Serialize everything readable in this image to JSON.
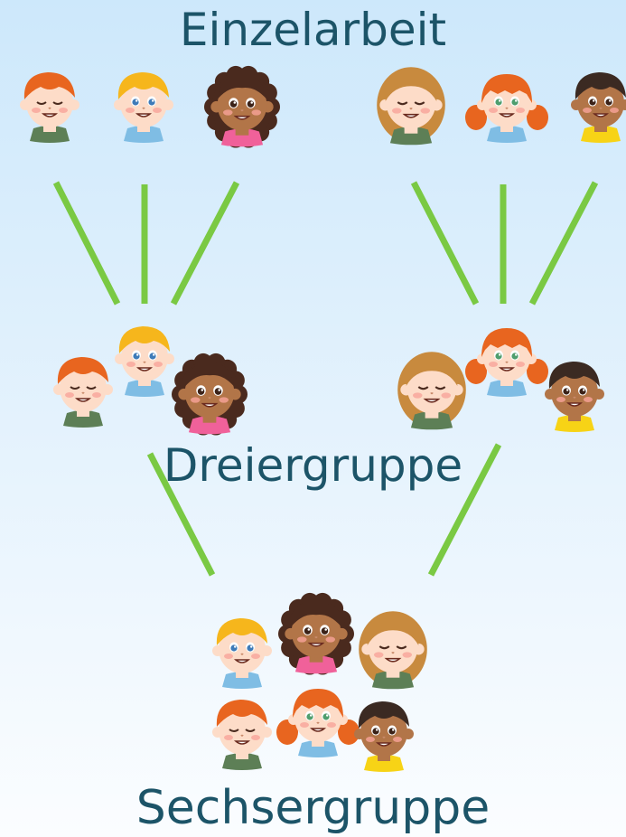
{
  "labels": {
    "top": "Einzelarbeit",
    "middle": "Dreiergruppe",
    "bottom": "Sechsergruppe"
  },
  "colors": {
    "line": "#7ac943",
    "title": "#1c5468",
    "skin": "#fddcc8",
    "cheek": "#f7a49a"
  },
  "children": [
    {
      "name": "ginger-boy",
      "hair": "#e8651f",
      "shirt": "#5d7f56",
      "skin": "#fddcc8",
      "style": "short",
      "eyes": "closed"
    },
    {
      "name": "blond-boy",
      "hair": "#f6b61c",
      "shirt": "#7fbde4",
      "skin": "#fddcc8",
      "style": "short",
      "eyes": "open-blue"
    },
    {
      "name": "curly-girl",
      "hair": "#4a2a1e",
      "shirt": "#f0619a",
      "skin": "#b27548",
      "style": "curly",
      "eyes": "open-dark"
    },
    {
      "name": "light-brown-girl",
      "hair": "#c88a3e",
      "shirt": "#5d7f56",
      "skin": "#fddcc8",
      "style": "long",
      "eyes": "closed"
    },
    {
      "name": "red-pigtail-girl",
      "hair": "#e8651f",
      "shirt": "#7fbde4",
      "skin": "#fddcc8",
      "style": "pigtails",
      "eyes": "open-green"
    },
    {
      "name": "dark-boy",
      "hair": "#3b2a22",
      "shirt": "#f7d316",
      "skin": "#b27548",
      "style": "short",
      "eyes": "open-dark"
    }
  ]
}
